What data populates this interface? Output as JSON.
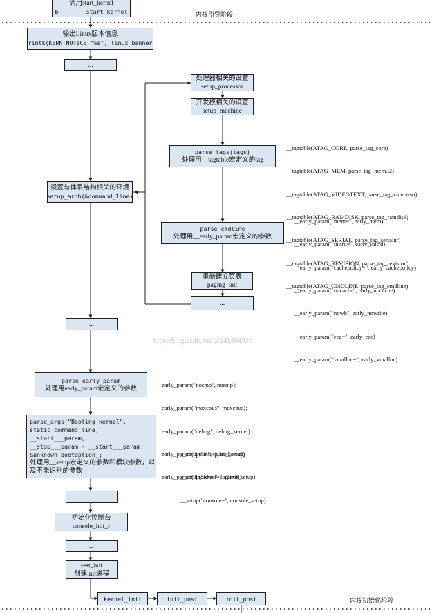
{
  "stages": {
    "boot": "内核引导阶段",
    "init": "内核初始化阶段"
  },
  "watermark": "http://blog.csdn.net/cc243494926",
  "boxes": {
    "start_kernel": [
      "调用start_kernel",
      "b        start_kernel"
    ],
    "linux_banner": [
      "输出Linux版本信息",
      "printk(KERN_NOTICE \"%s\", linux_banner)"
    ],
    "dots1": [
      "..."
    ],
    "setup_arch": [
      "设置与体系结构相关的环境",
      "setup_arch(&command_line)"
    ],
    "setup_processor": [
      "处理器相关的设置",
      "setup_processor"
    ],
    "setup_machine": [
      "开发板相关的设置",
      "setup_machine"
    ],
    "parse_tags": [
      "parse_tags(tags)",
      "处理用__tagtable宏定义的tag"
    ],
    "parse_cmdline": [
      "parse_cmdline",
      "处理用__early_param宏定义的参数"
    ],
    "paging_init": [
      "重新建立页表",
      "paging_init"
    ],
    "dots_arch": [
      "..."
    ],
    "dots2": [
      "..."
    ],
    "parse_early_param": [
      "parse_early_param",
      "处理用early_param宏定义的参数"
    ],
    "parse_args": [
      "parse_args(\"Booting kernel\",",
      "static_command_line,",
      "__start___param,",
      "__stop___param - __start___param,",
      "&unknown_bootoption);",
      "处理用__setup宏定义的参数和模块参数，以",
      "及不能识别的参数"
    ],
    "dots3": [
      "..."
    ],
    "console_init": [
      "初始化控制台",
      "console_init_r"
    ],
    "dots4": [
      "..."
    ],
    "rest_init": [
      "rest_init",
      "创建init进程"
    ],
    "kernel_init": [
      "kernel_init"
    ],
    "init_post_1": [
      "init_post"
    ],
    "init_post_2": [
      "init_post"
    ]
  },
  "notes": {
    "tagtable": [
      "__tagtable(ATAG_CORE, parse_tag_core)",
      "__tagtable(ATAG_MEM, parse_tag_mem32)",
      "__tagtable(ATAG_VIDEOTEXT, parse_tag_videotext)",
      "__tagtable(ATAG_RAMDISK, parse_tag_ramdisk)",
      "__tagtable(ATAG_SERIAL, parse_tag_serialnr)",
      "__tagtable(ATAG_REVISION, parse_tag_revision)",
      "__tagtable(ATAG_CMDLINE, parse_tag_cmdline)"
    ],
    "early_param_arch": [
      "__early_param(\"mem=\", early_mem)",
      "__early_param(\"initrd=\", early_initrd)",
      "__early_param(\"cachepolicy=\", early_cachepolicy)",
      "__early_param(\"nocache\", early_nocache)",
      "__early_param(\"nowb\", early_nowrite)",
      "__early_param(\"ecc=\", early_ecc)",
      "__early_param(\"vmalloc=\", early_vmalloc)",
      "..."
    ],
    "early_param": [
      "early_param(\"nosmp\", nosmp);",
      "early_param(\"maxcpus\", maxcpus);",
      "early_param(\"debug\", debug_kernel)",
      "early_param(\"quiet\", quiet_kernel)",
      "early_param(\"loglevel\", loglevel)"
    ],
    "setup": [
      "__setup(\"init=\", init_setup)",
      "__setup(\"rdinit=\", rdinit_setup)",
      "__setup(\"console=\", console_setup)",
      "..."
    ]
  }
}
